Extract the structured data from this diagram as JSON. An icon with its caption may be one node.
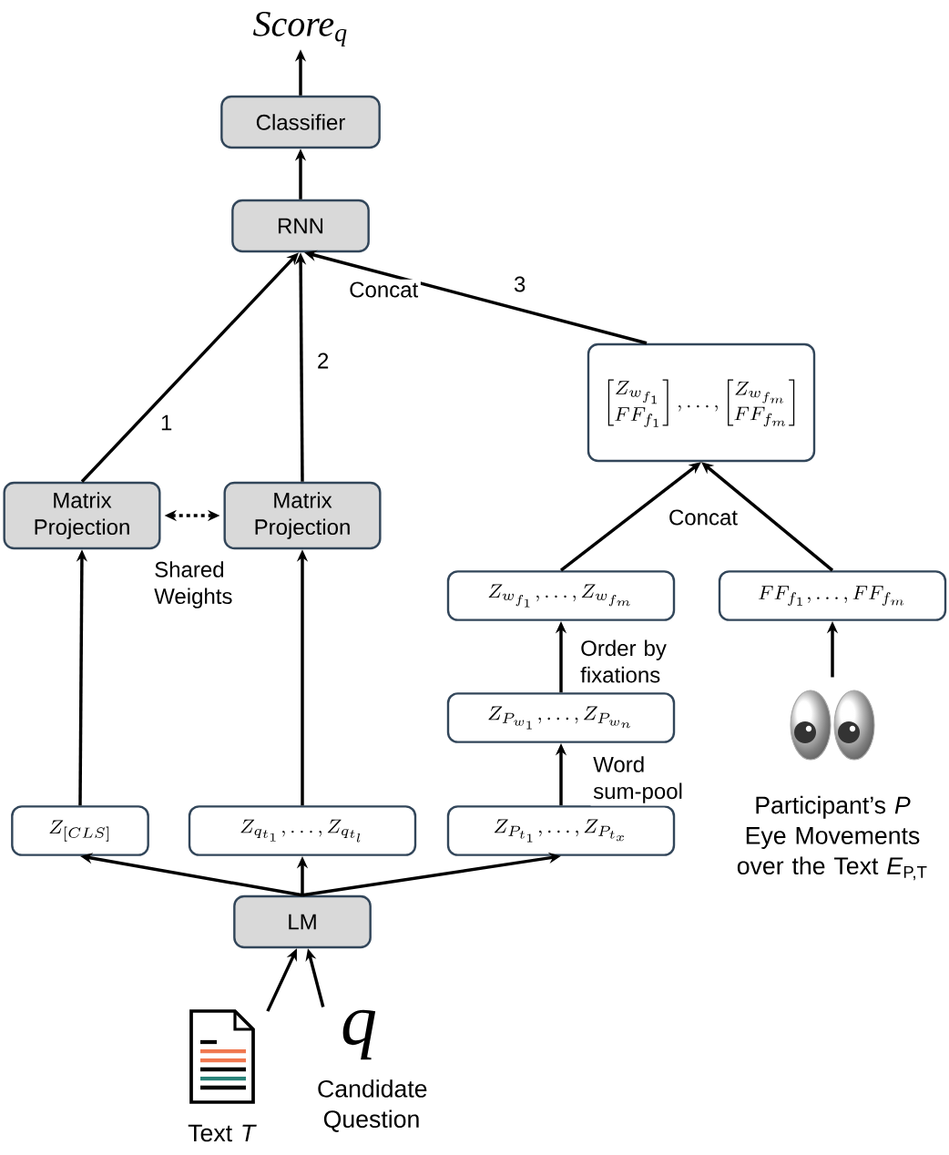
{
  "diagram": {
    "nodes": [
      {
        "text": [
          "Score$_{q}$"
        ]
      },
      {
        "text": [
          "Classifier"
        ]
      },
      {
        "text": [
          "RNN"
        ]
      },
      {
        "text": [
          "Matrix Projection"
        ]
      },
      {
        "text": [
          "Matrix Projection"
        ]
      },
      {
        "text": [
          "\\begin{bmatrix}Z_{w_{f_1}}\\\\FF_{f_1}\\end{bmatrix},\\dots,\\begin{bmatrix}Z_{w_{f_m}}\\\\FF_{f_m}\\end{bmatrix}"
        ]
      },
      {
        "text": [
          "Z_{w_{f_1}},\\dots,Z_{w_{f_m}}"
        ]
      },
      {
        "text": [
          "FF_{f_1},\\dots,FF_{f_m}"
        ]
      },
      {
        "text": [
          "Z_{P_{w_1}},\\dots,Z_{P_{w_n}}"
        ]
      },
      {
        "text": [
          "Z_{[CLS]}"
        ]
      },
      {
        "text": [
          "Z_{q_{t_1}},\\dots,Z_{q_{t_l}}"
        ]
      },
      {
        "text": [
          "Z_{P_{t_1}},\\dots,Z_{P_{t_x}}"
        ]
      },
      {
        "text": [
          "LM"
        ]
      },
      {
        "text": [],
        "shape": "picture",
        "beside": [
          "Participant’s *P* Eye Movements over the Text *E*$_{P,T}$"
        ]
      },
      {
        "text": [],
        "shape": "picture",
        "beside": [
          "Text *T*"
        ]
      },
      {
        "text": [
          "q"
        ],
        "beside": [
          "Candidate Question"
        ]
      }
    ],
    "edges": [
      {
        "from": 1,
        "to": 0,
        "arrow": "to"
      },
      {
        "from": 2,
        "to": 1,
        "arrow": "to"
      },
      {
        "from": 3,
        "to": 2,
        "arrow": "to",
        "label": "1"
      },
      {
        "from": 4,
        "to": 2,
        "arrow": "to",
        "label": "2"
      },
      {
        "from": 5,
        "to": 2,
        "arrow": "to",
        "label": "3"
      },
      {
        "from": 3,
        "to": 4,
        "arrow": "both",
        "style": "dashed",
        "label": "Shared Weights"
      },
      {
        "from": 9,
        "to": 3,
        "arrow": "to"
      },
      {
        "from": 10,
        "to": 4,
        "arrow": "to"
      },
      {
        "from": 6,
        "to": 5,
        "arrow": "to"
      },
      {
        "from": 7,
        "to": 5,
        "arrow": "to"
      },
      {
        "from": 8,
        "to": 6,
        "arrow": "to",
        "label": "Order by fixations"
      },
      {
        "from": 11,
        "to": 8,
        "arrow": "to",
        "label": "Word sum-pool"
      },
      {
        "from": 13,
        "to": 7,
        "arrow": "to"
      },
      {
        "from": 12,
        "to": 9,
        "arrow": "to"
      },
      {
        "from": 12,
        "to": 10,
        "arrow": "to"
      },
      {
        "from": 12,
        "to": 11,
        "arrow": "to"
      },
      {
        "from": 14,
        "to": 12,
        "arrow": "to"
      },
      {
        "from": 15,
        "to": 12,
        "arrow": "to"
      }
    ],
    "labels": [
      "Concat",
      "Concat"
    ]
  }
}
